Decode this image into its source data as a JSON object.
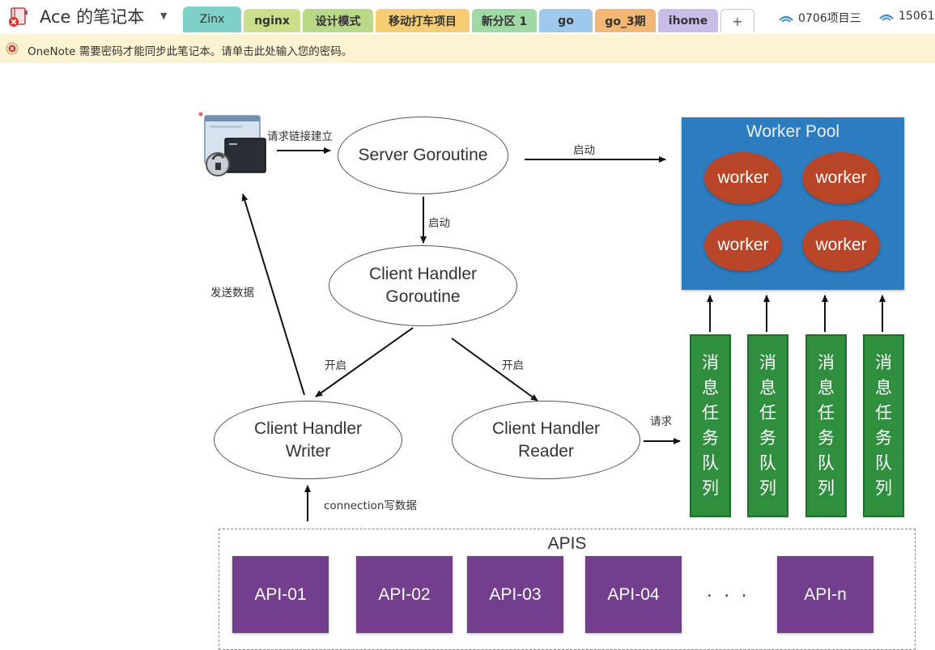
{
  "notebook": {
    "name": "Ace 的笔记本",
    "icon": "notebook-sync-error-icon",
    "caret": "▼"
  },
  "tabs": [
    {
      "label": "Zinx",
      "color": "#7fd1c8",
      "active": true
    },
    {
      "label": "nginx",
      "color": "#c9df8a",
      "active": false
    },
    {
      "label": "设计模式",
      "color": "#b9d989",
      "active": false
    },
    {
      "label": "移动打车项目",
      "color": "#f6cd72",
      "active": false
    },
    {
      "label": "新分区 1",
      "color": "#9fd9a6",
      "active": false
    },
    {
      "label": "go",
      "color": "#9ec9ec",
      "active": false
    },
    {
      "label": "go_3期",
      "color": "#f3b775",
      "active": false
    },
    {
      "label": "ihome",
      "color": "#c9bde8",
      "active": false
    }
  ],
  "add_tab_label": "+",
  "other_notebooks": [
    {
      "label": "0706项目三",
      "icon": "shared-notebook-icon"
    },
    {
      "label": "15061",
      "icon": "shared-notebook-icon"
    }
  ],
  "warning": {
    "icon": "sync-error-icon",
    "text": "OneNote 需要密码才能同步此笔记本。请单击此处输入您的密码。"
  },
  "diagram": {
    "client_icon": "terminal-lock-icon",
    "server_goroutine": "Server Goroutine",
    "client_handler_goroutine": "Client Handler\nGoroutine",
    "client_handler_writer": "Client Handler\nWriter",
    "client_handler_reader": "Client Handler\nReader",
    "labels": {
      "request_connect": "请求链接建立",
      "start_pool": "启动",
      "start_handler": "启动",
      "send_data": "发送数据",
      "open_writer": "开启",
      "open_reader": "开启",
      "request": "请求",
      "connection_write": "connection写数据"
    },
    "worker_pool": {
      "title": "Worker Pool",
      "workers": [
        "worker",
        "worker",
        "worker",
        "worker"
      ],
      "color": "#2e7cc0",
      "worker_color": "#b84527"
    },
    "queues": [
      "消\n息\n任\n务\n队\n列",
      "消\n息\n任\n务\n队\n列",
      "消\n息\n任\n务\n队\n列",
      "消\n息\n任\n务\n队\n列"
    ],
    "queue_color": "#2f8f3f",
    "apis": {
      "title": "APIS",
      "items": [
        "API-01",
        "API-02",
        "API-03",
        "API-04",
        "API-n"
      ],
      "ellipsis": "· · ·",
      "color": "#733e8e"
    }
  }
}
